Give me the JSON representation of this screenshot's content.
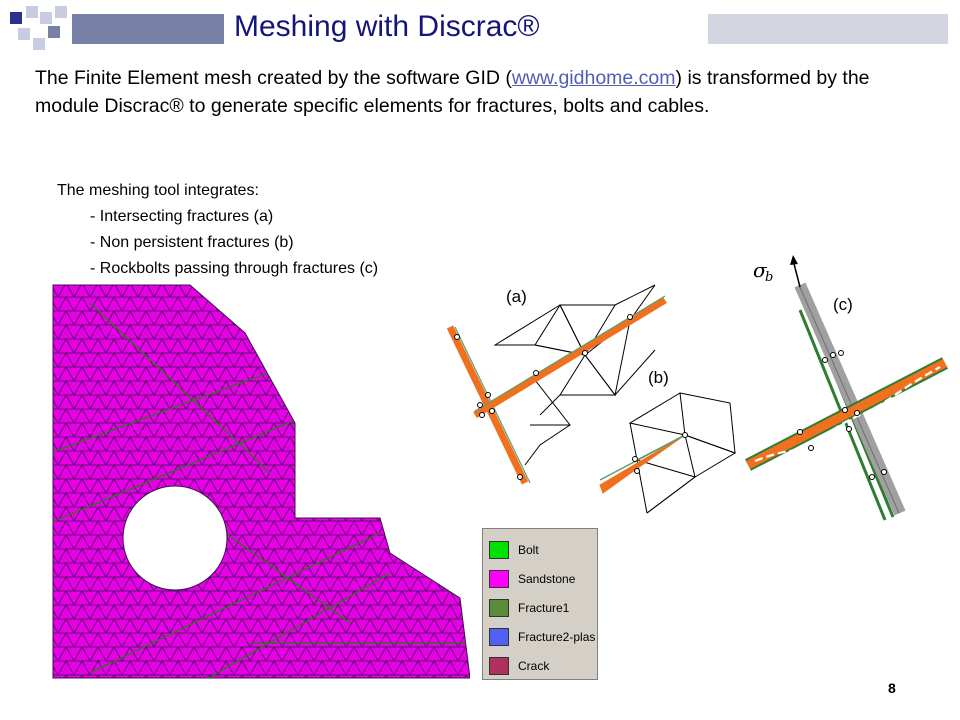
{
  "title": "Meshing with Discrac®",
  "intro": {
    "before_link": "The Finite Element mesh created by the software GID (",
    "link": "www.gidhome.com",
    "after_link": ") is transformed by the module Discrac® to generate specific elements for fractures, bolts and cables."
  },
  "integrates": {
    "heading": "The meshing tool integrates:",
    "items": [
      "- Intersecting fractures  (a)",
      "- Non persistent fractures  (b)",
      "- Rockbolts passing through fractures  (c)"
    ]
  },
  "figures": {
    "a_label": "(a)",
    "b_label": "(b)",
    "c_label": "(c)"
  },
  "legend": [
    {
      "label": "Bolt",
      "color": "#00e000"
    },
    {
      "label": "Sandstone",
      "color": "#ff00ff"
    },
    {
      "label": "Fracture1",
      "color": "#5a8a3a"
    },
    {
      "label": "Fracture2-plas",
      "color": "#5060f0"
    },
    {
      "label": "Crack",
      "color": "#b03060"
    }
  ],
  "colors": {
    "title": "#14157a",
    "mesh_fill": "#e600e6",
    "fracture": "#f07020",
    "bolt": "#a0a0a0"
  },
  "page_number": "8"
}
